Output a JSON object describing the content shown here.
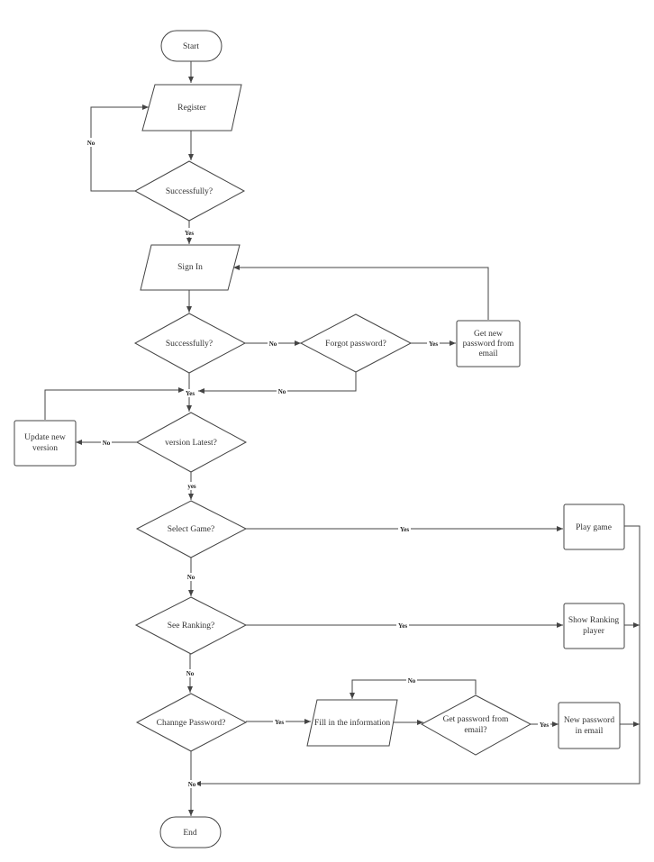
{
  "nodes": {
    "start": "Start",
    "register": "Register",
    "reg_check": "Successfully?",
    "sign_in": "Sign In",
    "login_check": "Successfully?",
    "forgot": "Forgot password?",
    "get_new_pw": [
      "Get new",
      "password from",
      "email"
    ],
    "version": "version Latest?",
    "update": [
      "Update new",
      "version"
    ],
    "select_game": "Select Game?",
    "play_game": "Play game",
    "see_ranking": "See Ranking?",
    "show_ranking": [
      "Show Ranking",
      "player"
    ],
    "change_pw": "Channge Password?",
    "fill_info": "Fill in the information",
    "get_pw_email": [
      "Get password from",
      "email?"
    ],
    "new_pw_email": [
      "New password",
      "in email"
    ],
    "end": "End"
  },
  "edge_labels": {
    "reg_no": "No",
    "reg_yes": "Yes",
    "login_no": "No",
    "forgot_yes": "Yes",
    "forgot_no": "No",
    "login_yes": "Yes",
    "version_no": "No",
    "version_yes": "yes",
    "game_yes": "Yes",
    "game_no": "No",
    "ranking_yes": "Yes",
    "ranking_no": "No",
    "change_yes": "Yes",
    "email_no": "No",
    "email_yes": "Yes",
    "change_no": "No"
  },
  "colors": {
    "line": "#444444",
    "text": "#333333",
    "background": "#ffffff"
  }
}
